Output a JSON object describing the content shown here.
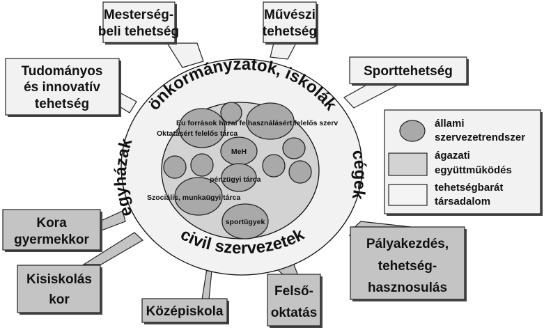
{
  "colors": {
    "society": "#f2f2f2",
    "sector": "#d3d3d3",
    "state": "#a9a9a9",
    "callout_light": "#f2f2f2",
    "callout_dark": "#c4c4c4"
  },
  "ring_labels": {
    "top": "önkormányzatok, iskolák",
    "bottom": "civil szervezetek",
    "left": "egyházak",
    "right": "cégek"
  },
  "inner_labels": {
    "eu": "Eu források hazai felhasználásért felelős szerv",
    "education": "Oktatásért felelős tárca",
    "meh": "MeH",
    "finance": "pénzügyi tárca",
    "social": "Szociális, munkaügyi tárca",
    "sport": "sportügyek"
  },
  "talent_types": [
    {
      "lines": [
        "Mesterség-",
        "beli tehetség"
      ]
    },
    {
      "lines": [
        "Művészi",
        "tehetség"
      ]
    },
    {
      "lines": [
        "Tudományos",
        "és innovatív",
        "tehetség"
      ]
    },
    {
      "lines": [
        "Sporttehetség"
      ]
    }
  ],
  "life_stages": [
    {
      "lines": [
        "Kora",
        "gyermekkor"
      ]
    },
    {
      "lines": [
        "Kisiskolás",
        "kor"
      ]
    },
    {
      "lines": [
        "Középiskola"
      ]
    },
    {
      "lines": [
        "Felső-",
        "oktatás"
      ]
    },
    {
      "lines": [
        "Pályakezdés,",
        "tehetség-",
        "hasznosulás"
      ]
    }
  ],
  "legend": [
    {
      "lines": [
        "állami",
        "szervezetrendszer"
      ]
    },
    {
      "lines": [
        "ágazati",
        "együttműködés"
      ]
    },
    {
      "lines": [
        "tehetségbarát",
        "társadalom"
      ]
    }
  ]
}
